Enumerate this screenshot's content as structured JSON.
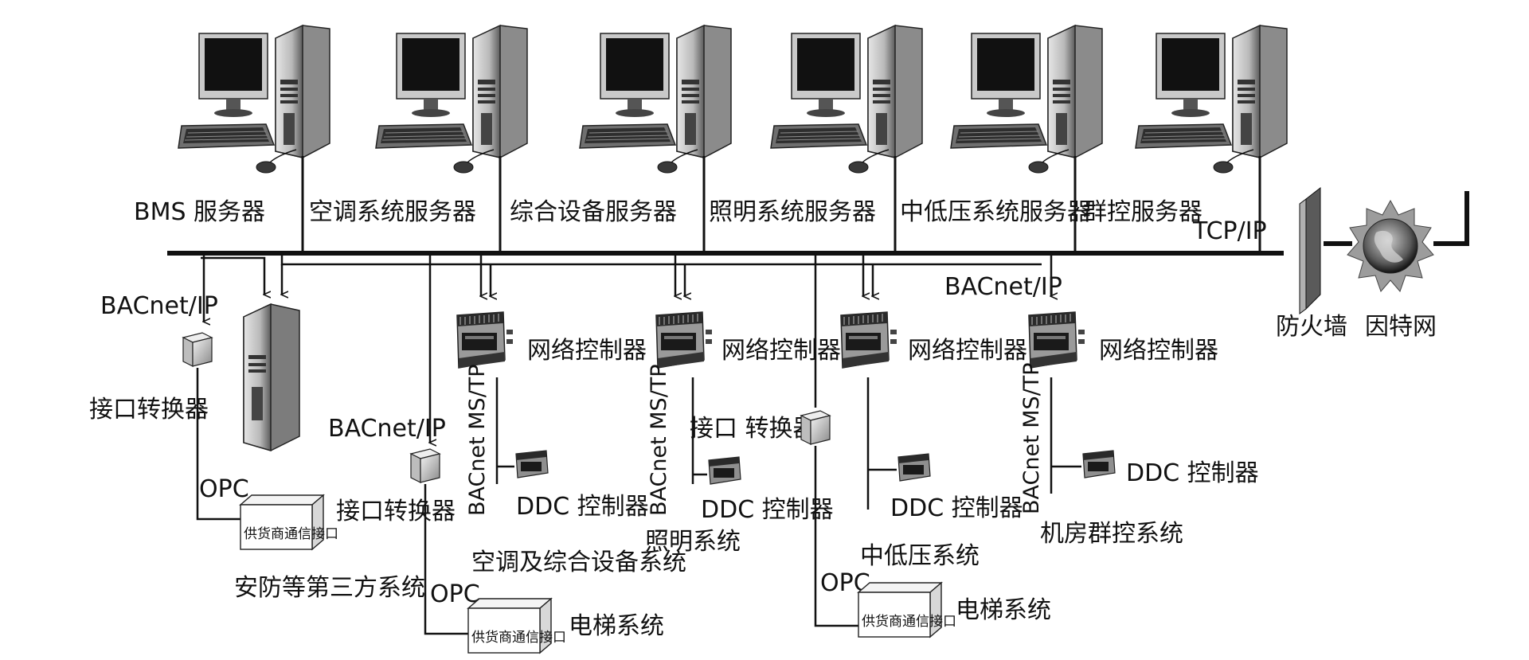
{
  "servers": [
    {
      "label": "BMS 服务器"
    },
    {
      "label": "空调系统服务器"
    },
    {
      "label": "综合设备服务器"
    },
    {
      "label": "照明系统服务器"
    },
    {
      "label": "中低压系统服务器"
    },
    {
      "label": "群控服务器"
    }
  ],
  "tcp_label": "TCP/IP",
  "firewall_label": "防火墙",
  "internet_label": "因特网",
  "bacnet_ip_label": "BACnet/IP",
  "bacnet_mstp_label": "BACnet MS/TP",
  "network_controller_label": "网络控制器",
  "ddc_controller_label": "DDC 控制器",
  "interface_converter_label": "接口转换器",
  "interface_converter_label_spaced": "接口 转换器",
  "opc_label": "OPC",
  "vendor_interface_label": "供货商通信接口",
  "systems": {
    "security": "安防等第三方系统",
    "hvac": "空调及综合设备系统",
    "lighting": "照明系统",
    "mv_lv": "中低压系统",
    "chiller": "机房群控系统",
    "elevator_1": "电梯系统",
    "elevator_2": "电梯系统"
  }
}
